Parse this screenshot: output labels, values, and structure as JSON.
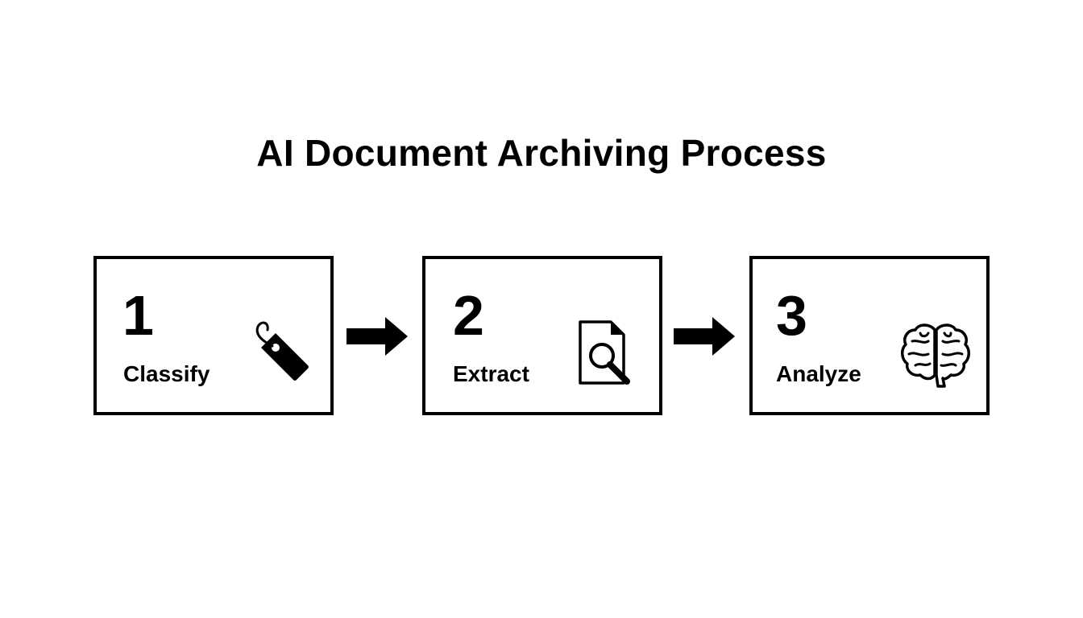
{
  "title": "AI Document Archiving Process",
  "steps": [
    {
      "number": "1",
      "label": "Classify",
      "icon": "tag-icon"
    },
    {
      "number": "2",
      "label": "Extract",
      "icon": "document-search-icon"
    },
    {
      "number": "3",
      "label": "Analyze",
      "icon": "brain-icon"
    }
  ],
  "colors": {
    "stroke": "#000000",
    "background": "#ffffff"
  }
}
